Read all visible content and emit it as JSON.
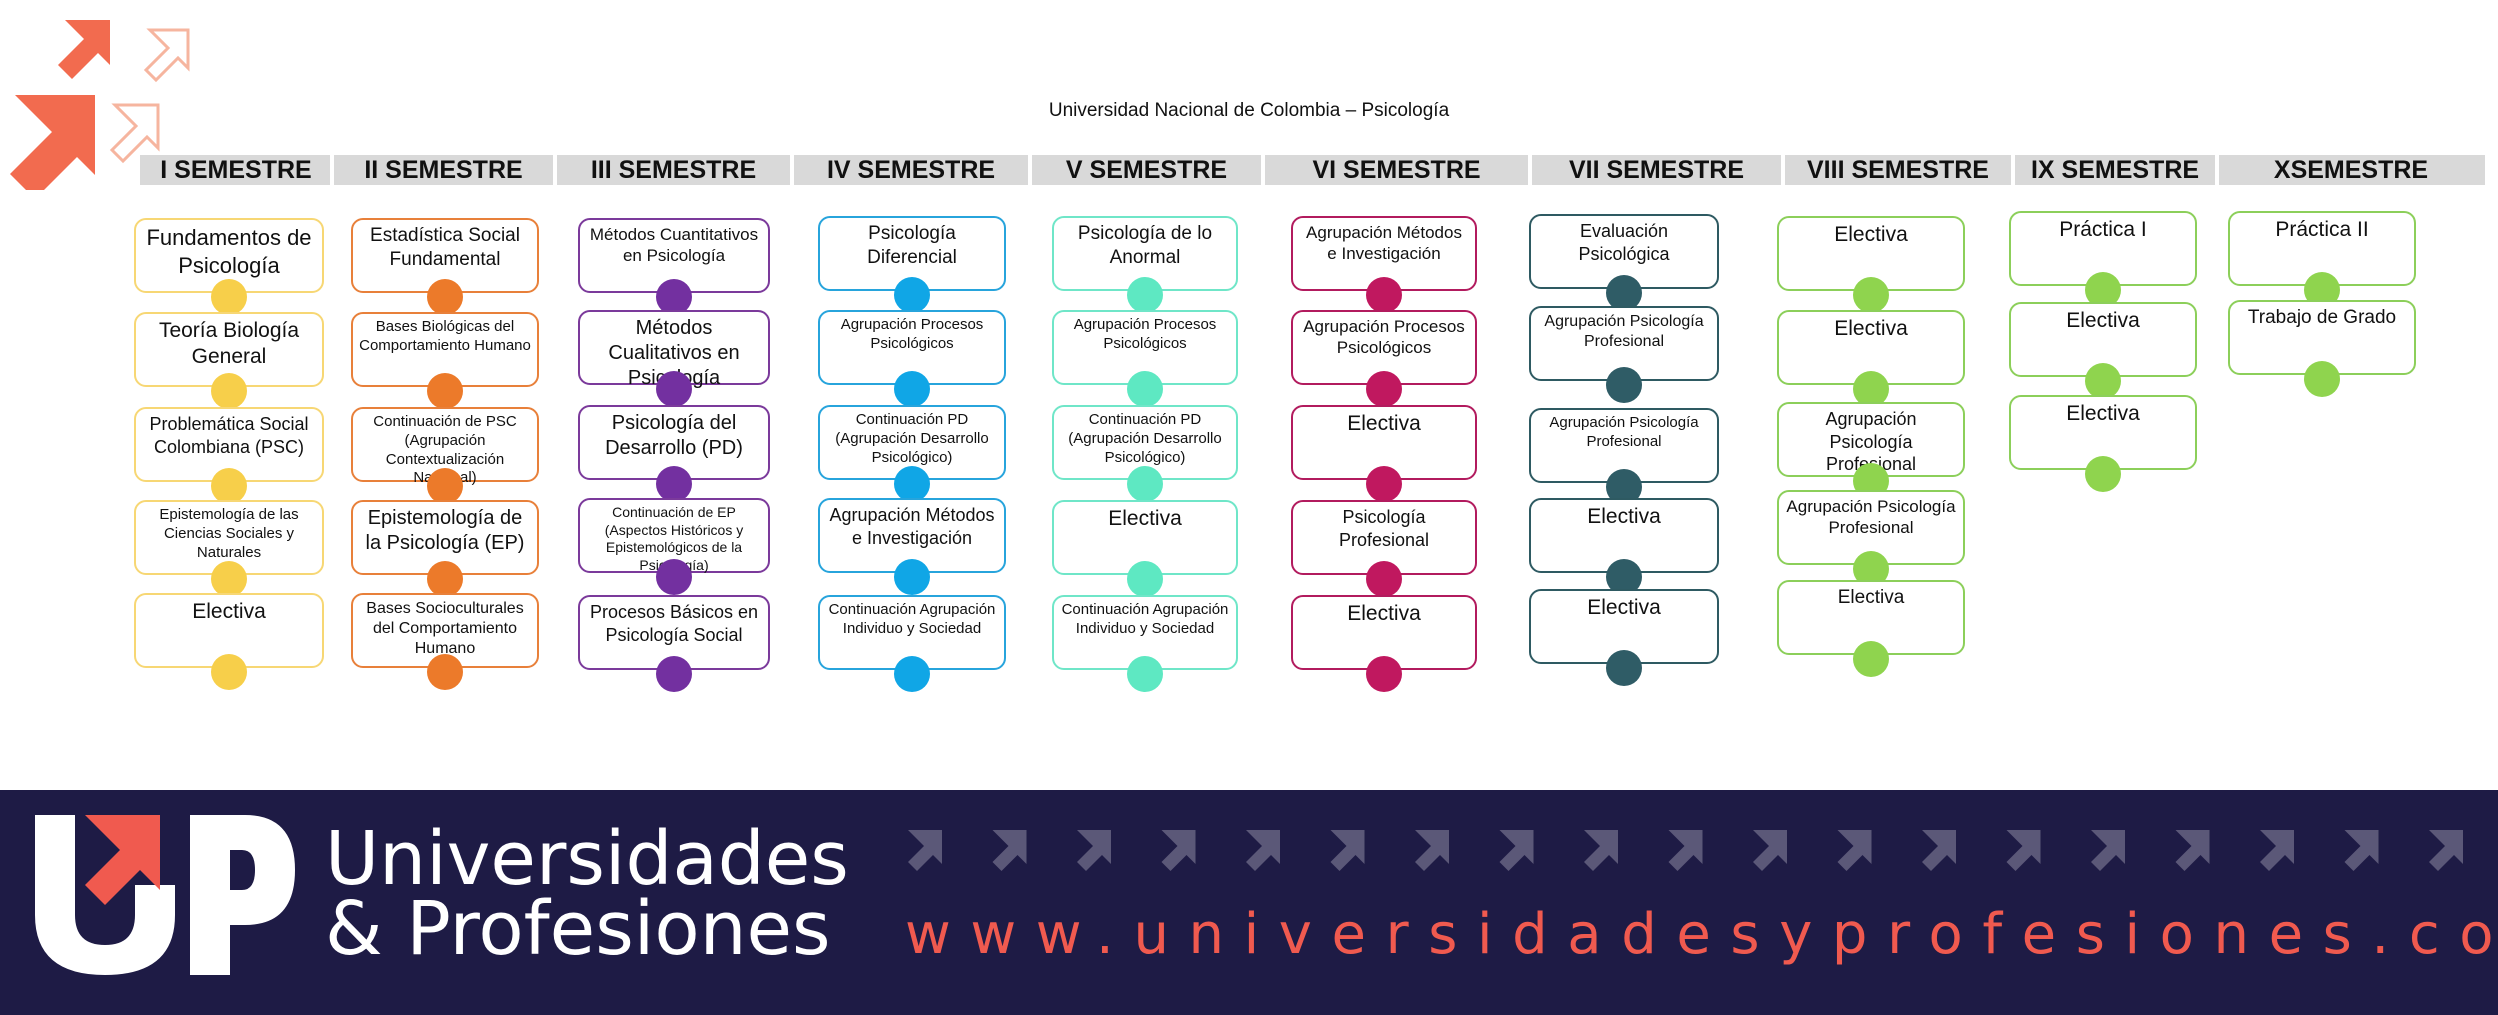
{
  "title": "Universidad Nacional de Colombia – Psicología",
  "colors": {
    "s1": "#f7d774",
    "s1dot": "#f7cf4a",
    "s2": "#e8803a",
    "s2dot": "#ec7a2a",
    "s3": "#7b3a9b",
    "s3dot": "#7330a0",
    "s4": "#27a4dc",
    "s4dot": "#10a6e6",
    "s5": "#6fe6c8",
    "s5dot": "#5ee8c2",
    "s6": "#b21b5e",
    "s6dot": "#c0185f",
    "s7": "#2e5a62",
    "s7dot": "#2f5c66",
    "s8": "#8ccf5a",
    "s8dot": "#8fd44e",
    "footer_bg": "#1e1b45",
    "accent": "#f05a4f"
  },
  "semesters": [
    {
      "name": "I SEMESTRE",
      "courses": [
        "Fundamentos de Psicología",
        "Teoría Biología General",
        "Problemática Social Colombiana (PSC)",
        "Epistemología de las Ciencias Sociales y Naturales",
        "Electiva"
      ]
    },
    {
      "name": "II SEMESTRE",
      "courses": [
        "Estadística Social Fundamental",
        "Bases Biológicas del Comportamiento Humano",
        "Continuación de PSC (Agrupación Contextualización Nacional)",
        "Epistemología de la Psicología (EP)",
        "Bases Socioculturales del Comportamiento Humano"
      ]
    },
    {
      "name": "III SEMESTRE",
      "courses": [
        "Métodos Cuantitativos en Psicología",
        "Métodos Cualitativos en Psicología",
        "Psicología del Desarrollo (PD)",
        "Continuación de EP (Aspectos Históricos y Epistemológicos de la Psicología)",
        "Procesos Básicos en Psicología Social"
      ]
    },
    {
      "name": "IV SEMESTRE",
      "courses": [
        "Psicología Diferencial",
        "Agrupación Procesos Psicológicos",
        "Continuación PD (Agrupación Desarrollo Psicológico)",
        "Agrupación Métodos e Investigación",
        "Continuación Agrupación Individuo y Sociedad"
      ]
    },
    {
      "name": "V SEMESTRE",
      "courses": [
        "Psicología de lo Anormal",
        "Agrupación Procesos Psicológicos",
        "Continuación PD (Agrupación Desarrollo Psicológico)",
        "Electiva",
        "Continuación Agrupación Individuo y Sociedad"
      ]
    },
    {
      "name": "VI SEMESTRE",
      "courses": [
        "Agrupación Métodos e Investigación",
        "Agrupación Procesos Psicológicos",
        "Electiva",
        "Psicología Profesional",
        "Electiva"
      ]
    },
    {
      "name": "VII SEMESTRE",
      "courses": [
        "Evaluación Psicológica",
        "Agrupación Psicología Profesional",
        "Agrupación Psicología Profesional",
        "Electiva",
        "Electiva"
      ]
    },
    {
      "name": "VIII SEMESTRE",
      "courses": [
        "Electiva",
        "Electiva",
        "Agrupación Psicología Profesional",
        "Agrupación Psicología Profesional",
        "Electiva"
      ]
    },
    {
      "name": "IX SEMESTRE",
      "courses": [
        "Práctica I",
        "Electiva",
        "Electiva"
      ]
    },
    {
      "name": "XSEMESTRE",
      "courses": [
        "Práctica II",
        "Trabajo de Grado"
      ]
    }
  ],
  "footer": {
    "brand_line1": "Universidades",
    "brand_line2": "& Profesiones",
    "url": "www.universidadesyprofesiones.com"
  }
}
